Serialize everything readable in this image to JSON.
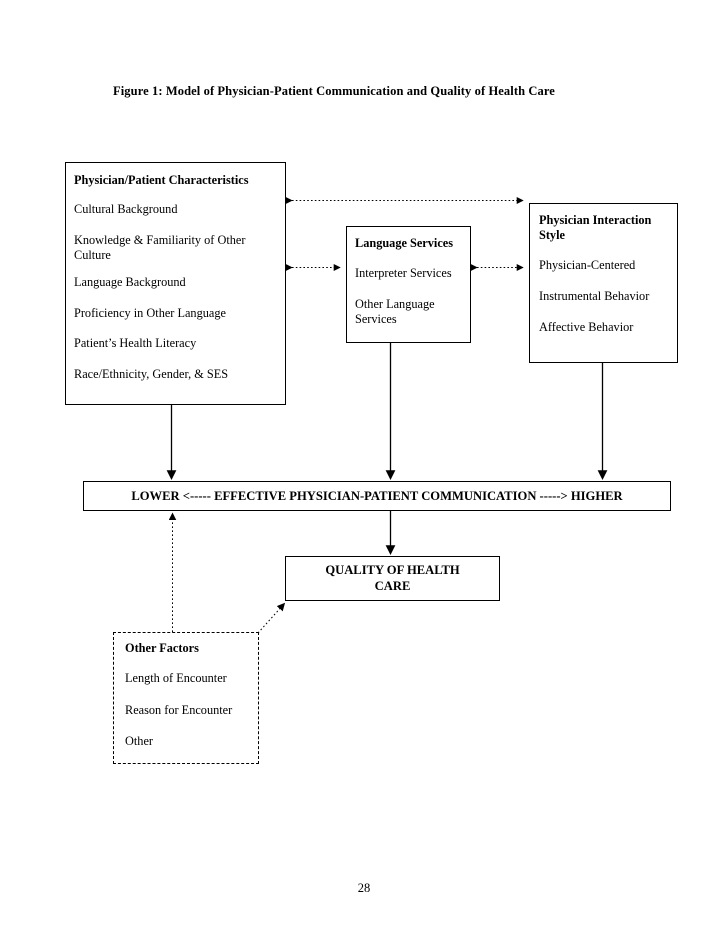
{
  "document": {
    "figure_title": "Figure 1: Model of Physician-Patient Communication and Quality of Health Care",
    "page_number": "28"
  },
  "diagram": {
    "type": "flow-diagram",
    "boxes": [
      {
        "id": "physician-patient-characteristics",
        "heading": "Physician/Patient Characteristics",
        "border": "solid",
        "items": [
          "Cultural Background",
          "Knowledge & Familiarity of Other Culture",
          "Language Background",
          "Proficiency in Other Language",
          "Patient’s Health Literacy",
          "Race/Ethnicity, Gender, & SES"
        ]
      },
      {
        "id": "language-services",
        "heading": "Language Services",
        "border": "solid",
        "items": [
          "Interpreter Services",
          "Other Language Services"
        ]
      },
      {
        "id": "physician-interaction-style",
        "heading": "Physician Interaction Style",
        "border": "solid",
        "items": [
          "Physician-Centered",
          "Instrumental Behavior",
          "Affective Behavior"
        ]
      },
      {
        "id": "other-factors",
        "heading": "Other Factors",
        "border": "dashed",
        "items": [
          "Length of Encounter",
          "Reason for Encounter",
          "Other"
        ]
      }
    ],
    "communication_bar": {
      "text": "LOWER <----- EFFECTIVE PHYSICIAN-PATIENT COMMUNICATION -----> HIGHER",
      "low_label": "LOWER",
      "high_label": "HIGHER",
      "center_label": "EFFECTIVE PHYSICIAN-PATIENT COMMUNICATION"
    },
    "outcome_box": {
      "line1": "QUALITY OF HEALTH",
      "line2": "CARE"
    },
    "connectors": [
      {
        "name": "characteristics-to-style",
        "style": "dotted",
        "heads": "both"
      },
      {
        "name": "characteristics-to-language-services",
        "style": "dotted",
        "heads": "both"
      },
      {
        "name": "language-services-to-style",
        "style": "dotted",
        "heads": "both"
      },
      {
        "name": "characteristics-to-communication",
        "style": "solid",
        "heads": "end"
      },
      {
        "name": "language-services-to-communication",
        "style": "solid",
        "heads": "end"
      },
      {
        "name": "style-to-communication",
        "style": "solid",
        "heads": "end"
      },
      {
        "name": "communication-to-quality",
        "style": "solid",
        "heads": "end"
      },
      {
        "name": "other-factors-to-communication",
        "style": "dotted",
        "heads": "end"
      },
      {
        "name": "other-factors-to-quality",
        "style": "dotted",
        "heads": "end"
      }
    ]
  },
  "colors": {
    "ink": "#000000",
    "page": "#ffffff"
  }
}
